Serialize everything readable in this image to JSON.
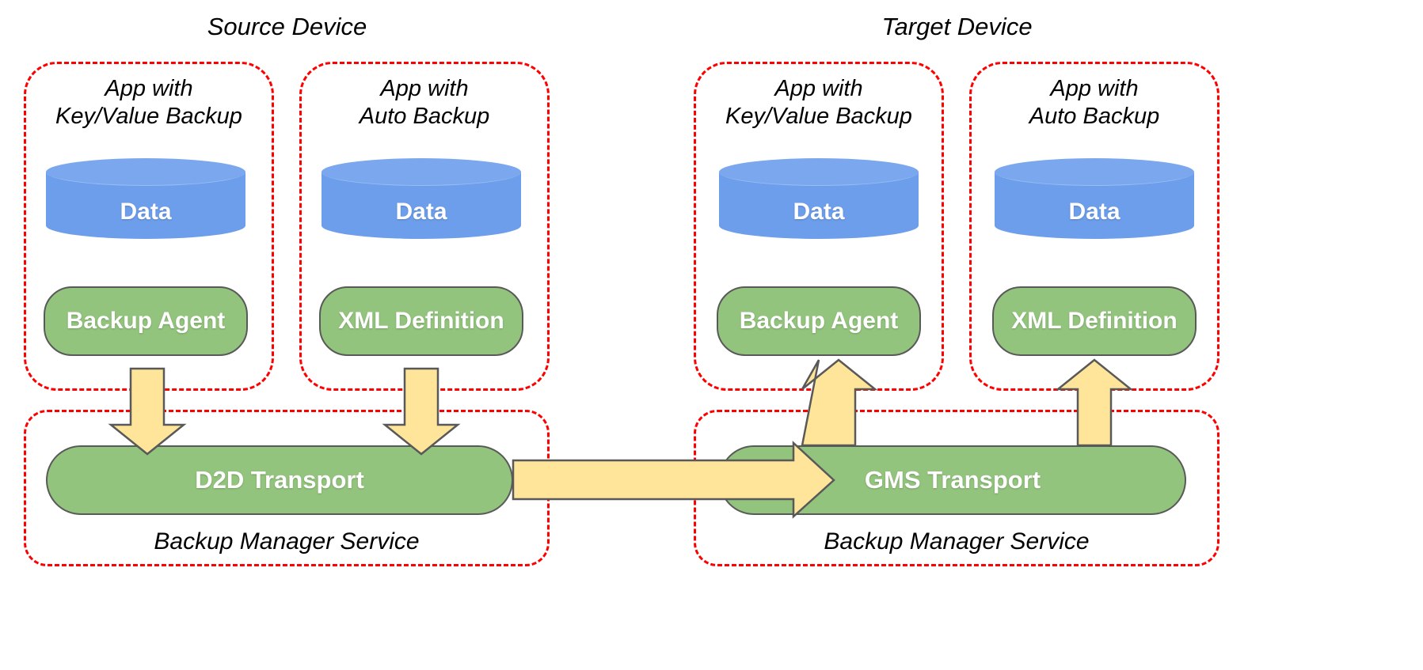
{
  "diagram": {
    "title_source": "Source Device",
    "title_target": "Target Device",
    "colors": {
      "dashed_border": "#ff0000",
      "cylinder_blue": "#6d9eeb",
      "box_green": "#93c47d",
      "box_border": "#595959",
      "arrow_yellow": "#ffe599",
      "text_white": "#ffffff",
      "text_black": "#000000",
      "background": "#ffffff"
    }
  },
  "source_device": {
    "title": "Source Device",
    "apps": [
      {
        "label": "App with\nKey/Value Backup",
        "data_label": "Data",
        "component_label": "Backup Agent"
      },
      {
        "label": "App with\nAuto Backup",
        "data_label": "Data",
        "component_label": "XML Definition"
      }
    ],
    "service": {
      "transport_label": "D2D Transport",
      "caption": "Backup Manager Service"
    }
  },
  "target_device": {
    "title": "Target Device",
    "apps": [
      {
        "label": "App with\nKey/Value Backup",
        "data_label": "Data",
        "component_label": "Backup Agent"
      },
      {
        "label": "App with\nAuto Backup",
        "data_label": "Data",
        "component_label": "XML Definition"
      }
    ],
    "service": {
      "transport_label": "GMS Transport",
      "caption": "Backup Manager Service"
    }
  },
  "arrows": [
    {
      "name": "source-kv-agent-to-d2d",
      "direction": "down"
    },
    {
      "name": "source-auto-xml-to-d2d",
      "direction": "down"
    },
    {
      "name": "d2d-to-gms",
      "direction": "right"
    },
    {
      "name": "gms-to-target-kv-agent",
      "direction": "up"
    },
    {
      "name": "gms-to-target-auto-xml",
      "direction": "up"
    }
  ]
}
